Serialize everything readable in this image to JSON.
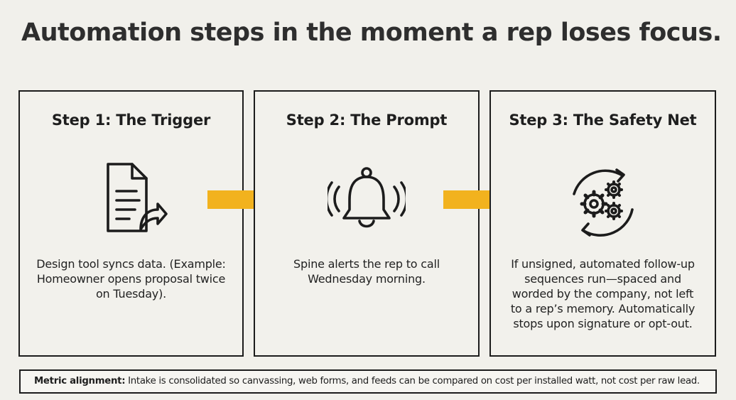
{
  "title": "Automation steps in the moment a rep loses focus.",
  "accent_color": "#f2b21e",
  "steps": [
    {
      "heading": "Step 1: The Trigger",
      "icon": "document-share-icon",
      "description": "Design tool syncs data. (Example: Homeowner opens proposal twice on Tuesday)."
    },
    {
      "heading": "Step 2: The Prompt",
      "icon": "bell-alert-icon",
      "description": "Spine alerts the rep to call Wednesday morning."
    },
    {
      "heading": "Step 3: The Safety Net",
      "icon": "gears-cycle-icon",
      "description": "If unsigned, automated follow-up sequences run—spaced and worded by the company, not left to a rep’s memory. Automatically stops upon signature or opt-out."
    }
  ],
  "metric": {
    "label": "Metric alignment:",
    "text": " Intake is consolidated so canvassing, web forms, and feeds can be compared on cost per installed watt, not cost per raw lead."
  }
}
